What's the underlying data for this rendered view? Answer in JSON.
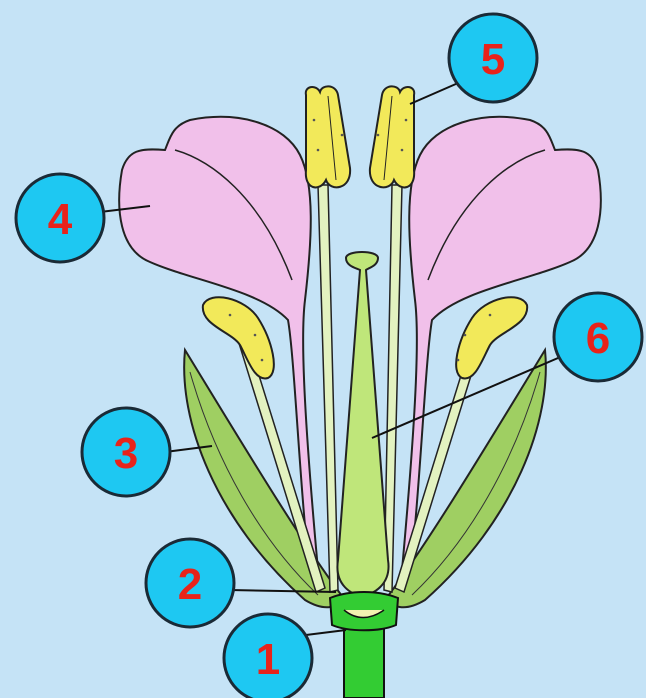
{
  "labels": [
    "1",
    "2",
    "3",
    "4",
    "5",
    "6"
  ],
  "colors": {
    "background": "#c5e3f6",
    "callout_fill": "#1ec8f2",
    "number": "#e8231a",
    "petal": "#f1c0ea",
    "anther": "#f2e95a",
    "sepal": "#9fcf62",
    "pistil": "#bfe67a",
    "filament": "#e3f2c0",
    "receptacle": "#33cc33"
  }
}
